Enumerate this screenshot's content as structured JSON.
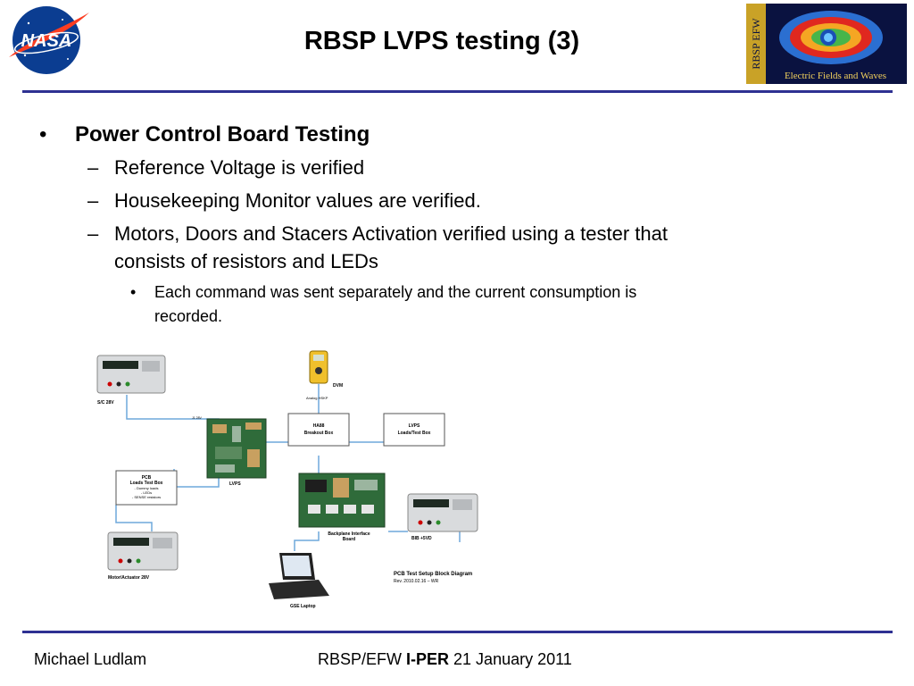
{
  "header": {
    "title": "RBSP LVPS testing (3)",
    "logo_left_text": "NASA",
    "logo_right_text": "RBSP EFW",
    "logo_right_caption": "Electric Fields and Waves"
  },
  "content": {
    "bullet_1": "Power Control Board Testing",
    "sub_1": "Reference Voltage is verified",
    "sub_2": "Housekeeping Monitor values are verified.",
    "sub_3_line1": "Motors, Doors and Stacers Activation verified using a tester that",
    "sub_3_line2": "consists of resistors and LEDs",
    "subsub_1_line1": "Each command was sent separately and the current consumption is",
    "subsub_1_line2": "recorded."
  },
  "diagram": {
    "sc_label": "S/C 28V",
    "dvm_label": "DVM",
    "dvm_sub": "Analog HSKP",
    "j1_label": "J1\n28V",
    "has_line1": "HA88",
    "has_line2": "Breakout Box",
    "lvps_box_line1": "LVPS",
    "lvps_box_line2": "Loads/Test Box",
    "lvps_label": "LVPS",
    "pcb_line1": "PCB",
    "pcb_line2": "Loads Test Box",
    "pcb_line3": "- Dummy loads",
    "pcb_line4": "- LEDs",
    "pcb_line5": "- SENSE resistors",
    "motor_label": "Motor/Actuator 28V",
    "backplane_line1": "Backplane Interface",
    "backplane_line2": "Board",
    "bib_label": "BIB +5VD",
    "laptop_label": "GSE Laptop",
    "block_title": "PCB Test Setup Block Diagram",
    "block_rev": "Rev. 2010.02.16 – WR"
  },
  "footer": {
    "author": "Michael Ludlam",
    "center_prefix": "RBSP/EFW ",
    "center_bold": "I-PER",
    "center_suffix": " 21 January 2011"
  },
  "colors": {
    "rule": "#2e3192",
    "nasa_blue": "#0b3d91",
    "nasa_red": "#fc3d21",
    "wire": "#6fa8dc",
    "board_green": "#2f6b3a"
  }
}
